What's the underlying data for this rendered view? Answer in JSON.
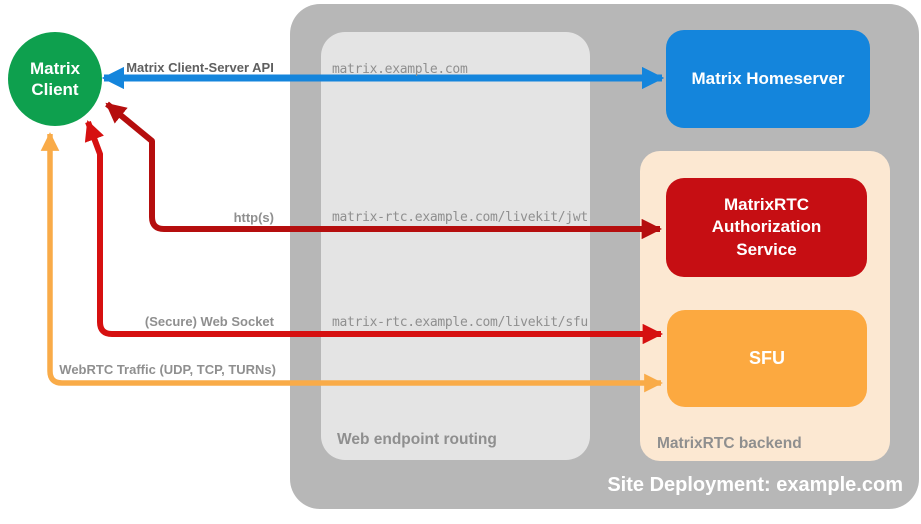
{
  "client": {
    "label": "Matrix Client",
    "color": "#0ea04e"
  },
  "homeserver": {
    "label": "Matrix Homeserver",
    "color": "#1485dc"
  },
  "auth_service": {
    "label": "MatrixRTC Authorization Service",
    "color": "#c60e13"
  },
  "sfu": {
    "label": "SFU",
    "color": "#fca940"
  },
  "routing": {
    "title": "Web endpoint routing",
    "endpoints": [
      "matrix.example.com",
      "matrix-rtc.example.com/livekit/jwt",
      "matrix-rtc.example.com/livekit/sfu"
    ]
  },
  "backend": {
    "title": "MatrixRTC backend",
    "color": "#fce8d2"
  },
  "site": {
    "title": "Site Deployment: example.com",
    "color": "#b7b7b7"
  },
  "connections": [
    {
      "label": "Matrix Client-Server API",
      "color": "#1485dc",
      "from": "Matrix Client",
      "to": "Matrix Homeserver",
      "bidirectional": true
    },
    {
      "label": "http(s)",
      "color": "#b50e0e",
      "from": "Matrix Client",
      "to": "MatrixRTC Authorization Service",
      "bidirectional": true
    },
    {
      "label": "(Secure) Web Socket",
      "color": "#d61010",
      "from": "Matrix Client",
      "to": "SFU",
      "bidirectional": true
    },
    {
      "label": "WebRTC Traffic (UDP, TCP, TURNs)",
      "color": "#f9ab48",
      "from": "Matrix Client",
      "to": "SFU",
      "bidirectional": true
    }
  ]
}
